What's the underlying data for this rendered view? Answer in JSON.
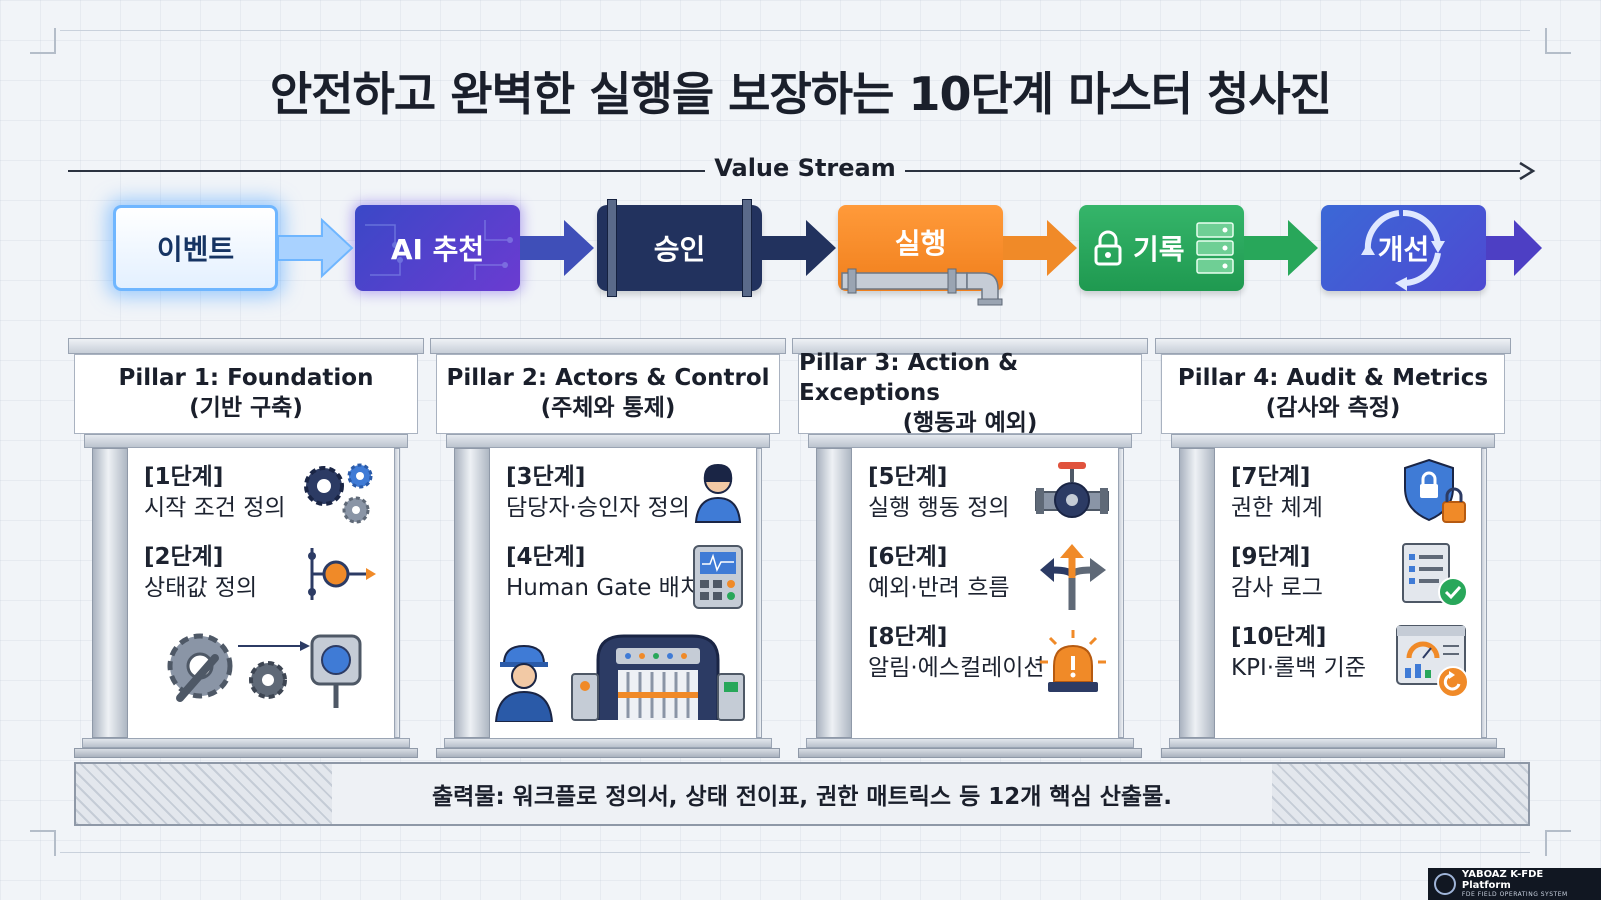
{
  "title": "안전하고 완벽한 실행을 보장하는 10단계 마스터 청사진",
  "value_stream": {
    "label": "Value Stream",
    "stages": [
      "이벤트",
      "AI 추천",
      "승인",
      "실행",
      "기록",
      "개선"
    ]
  },
  "pillars": [
    {
      "title": "Pillar 1: Foundation",
      "subtitle": "(기반 구축)",
      "steps": [
        {
          "label": "[1단계]",
          "text": "시작 조건 정의"
        },
        {
          "label": "[2단계]",
          "text": "상태값 정의"
        }
      ]
    },
    {
      "title": "Pillar 2: Actors & Control",
      "subtitle": "(주체와 통제)",
      "steps": [
        {
          "label": "[3단계]",
          "text": "담당자·승인자 정의"
        },
        {
          "label": "[4단계]",
          "text": "Human Gate 배치"
        }
      ]
    },
    {
      "title": "Pillar 3: Action & Exceptions",
      "subtitle": "(행동과 예외)",
      "steps": [
        {
          "label": "[5단계]",
          "text": "실행 행동 정의"
        },
        {
          "label": "[6단계]",
          "text": "예외·반려 흐름"
        },
        {
          "label": "[8단계]",
          "text": "알림·에스컬레이션"
        }
      ]
    },
    {
      "title": "Pillar 4: Audit & Metrics",
      "subtitle": "(감사와 측정)",
      "steps": [
        {
          "label": "[7단계]",
          "text": "권한 체계"
        },
        {
          "label": "[9단계]",
          "text": "감사 로그"
        },
        {
          "label": "[10단계]",
          "text": "KPI·롤백 기준"
        }
      ]
    }
  ],
  "footer": "출력물: 워크플로 정의서, 상태 전이표, 권한 매트릭스 등 12개 핵심 산출물.",
  "badge": {
    "main": "YABOAZ K-FDE Platform",
    "sub": "FDE FIELD OPERATING SYSTEM"
  },
  "colors": {
    "event": "#6fb6ff",
    "ai": "#5a41cc",
    "approve": "#22325e",
    "execute": "#f07f1c",
    "record": "#1f9950",
    "improve": "#4a58d4"
  },
  "icons": [
    "gears-icon",
    "state-node-icon",
    "wrench-gear-icon",
    "sensor-icon",
    "person-icon",
    "monitor-panel-icon",
    "worker-icon",
    "gate-machine-icon",
    "valve-icon",
    "split-arrow-icon",
    "alarm-icon",
    "shield-lock-icon",
    "checklist-icon",
    "dashboard-rollback-icon",
    "pipe-icon",
    "lock-icon",
    "server-icon",
    "cycle-icon"
  ]
}
